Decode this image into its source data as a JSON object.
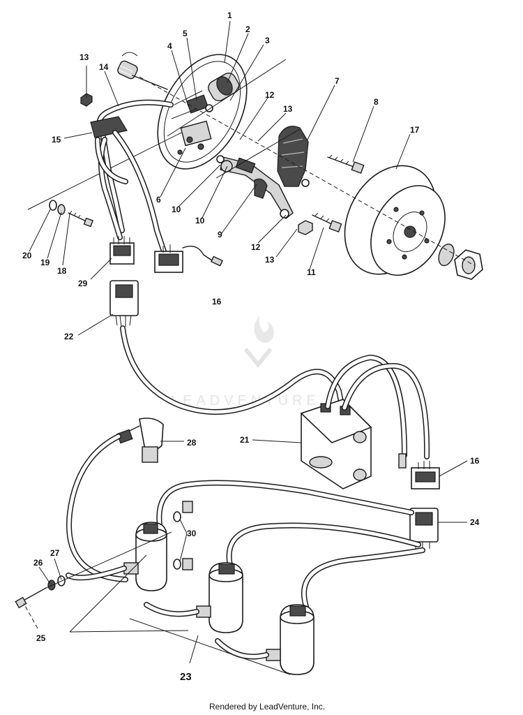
{
  "diagram": {
    "callouts": {
      "c1": "1",
      "c2": "2",
      "c3": "3",
      "c4": "4",
      "c5": "5",
      "c7": "7",
      "c8": "8",
      "c12a": "12",
      "c13a": "13",
      "c13b": "13",
      "c17": "17",
      "c14": "14",
      "c15": "15",
      "c6": "6",
      "c10a": "10",
      "c10b": "10",
      "c9": "9",
      "c12b": "12",
      "c13c": "13",
      "c11": "11",
      "c20": "20",
      "c19": "19",
      "c18": "18",
      "c29": "29",
      "c16a": "16",
      "c22": "22",
      "c21": "21",
      "c28": "28",
      "c16b": "16",
      "c24": "24",
      "c30": "30",
      "c26": "26",
      "c27": "27",
      "c25": "25",
      "c23": "23"
    },
    "footer": "Rendered by LeadVenture, Inc.",
    "watermark": "LEADVENTURE"
  }
}
